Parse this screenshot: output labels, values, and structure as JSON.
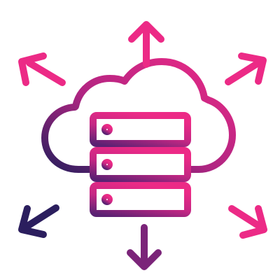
{
  "icon": {
    "name": "cloud-server-distribution-icon",
    "colors": {
      "primary": "#ec2a86",
      "dark": "#2b1e5e",
      "mid": "#7b2479",
      "background": "#ffffff"
    },
    "server_unit_count": 3,
    "direction_arrows": [
      "up",
      "up-right",
      "down-right",
      "down",
      "down-left",
      "up-left"
    ]
  }
}
